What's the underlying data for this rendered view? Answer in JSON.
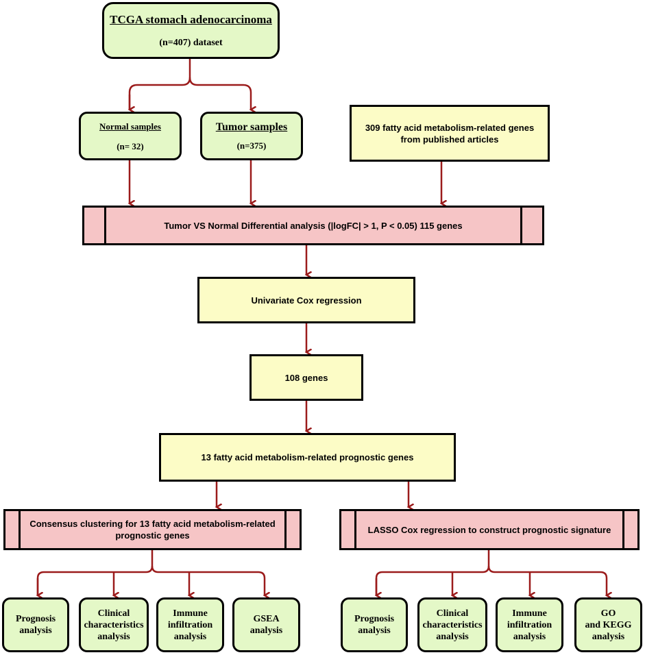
{
  "colors": {
    "arrow": "#9b1b1b",
    "green_fill": "#e4f8c7",
    "yellow_fill": "#fcfcc6",
    "pink_fill": "#f6c5c6",
    "border": "#000000"
  },
  "nodes": {
    "tcga": {
      "title": "TCGA stomach adenocarcinoma",
      "subtitle": "(n=407) dataset"
    },
    "normal": {
      "title": "Normal samples",
      "count": "(n= 32)"
    },
    "tumor": {
      "title": "Tumor samples",
      "count": "(n=375)"
    },
    "genes309": {
      "line1": "309 fatty acid metabolism-related genes",
      "line2": "from published articles"
    },
    "diff": {
      "text": "Tumor VS Normal Differential analysis (|logFC| > 1, P < 0.05) 115 genes"
    },
    "univariate": {
      "text": "Univariate Cox regression"
    },
    "genes108": {
      "text": "108 genes"
    },
    "prognostic13": {
      "text": "13 fatty acid metabolism-related prognostic genes"
    },
    "consensus": {
      "line1": "Consensus clustering for 13 fatty acid metabolism-related",
      "line2": "prognostic genes"
    },
    "lasso": {
      "text": "LASSO Cox regression to construct prognostic signature"
    },
    "left_outputs": [
      {
        "lines": [
          "Prognosis",
          "analysis"
        ]
      },
      {
        "lines": [
          "Clinical",
          "characteristics",
          "analysis"
        ]
      },
      {
        "lines": [
          "Immune",
          "infiltration",
          "analysis"
        ]
      },
      {
        "lines": [
          "GSEA",
          "analysis"
        ]
      }
    ],
    "right_outputs": [
      {
        "lines": [
          "Prognosis",
          "analysis"
        ]
      },
      {
        "lines": [
          "Clinical",
          "characteristics",
          "analysis"
        ]
      },
      {
        "lines": [
          "Immune",
          "infiltration",
          "analysis"
        ]
      },
      {
        "lines": [
          "GO",
          "and KEGG",
          "analysis"
        ]
      }
    ]
  }
}
